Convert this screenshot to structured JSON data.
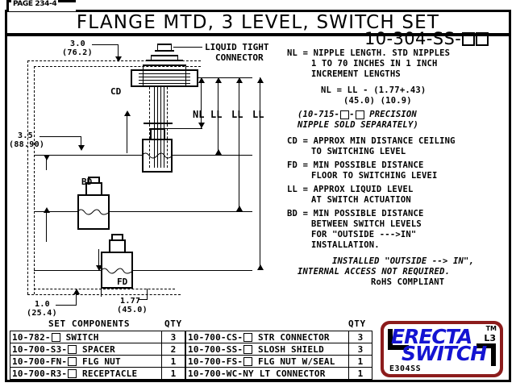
{
  "page": {
    "tab_label": "PAGE 234-4",
    "title": "FLANGE MTD, 3 LEVEL, SWITCH SET",
    "part_number": "10-304-SS-"
  },
  "legend": {
    "nl_1": "NL = NIPPLE LENGTH. STD NIPPLES",
    "nl_2": "1 TO 70 INCHES IN 1 INCH",
    "nl_3": "INCREMENT LENGTHS",
    "nl_formula": "NL = LL - (1.77+.43)",
    "nl_metric": "(45.0) (10.9)",
    "nipple_note_1_pre": "(10-715-",
    "nipple_note_1_mid": "-",
    "nipple_note_1_post": " PRECISION",
    "nipple_note_2": "NIPPLE SOLD SEPARATELY)",
    "cd_1": "CD = APPROX MIN DISTANCE CEILING",
    "cd_2": "TO SWITCHING LEVEL",
    "fd_1": "FD = MIN POSSIBLE DISTANCE",
    "fd_2": "FLOOR TO SWITCHING LEVEI",
    "ll_1": "LL = APPROX LIQUID LEVEL",
    "ll_2": "AT SWITCH ACTUATION",
    "bd_1": "BD = MIN POSSIBLE DISTANCE",
    "bd_2": "BETWEEN SWITCH LEVELS",
    "bd_3": "FOR \"OUTSIDE --->IN\"",
    "bd_4": "INSTALLATION.",
    "note_1": "INSTALLED \"OUTSIDE --> IN\",",
    "note_2": "INTERNAL ACCESS NOT REQUIRED.",
    "rohs": "RoHS COMPLIANT"
  },
  "drawing": {
    "connector_label_1": "LIQUID TIGHT",
    "connector_label_2": "CONNECTOR",
    "dim_top_in": "3.0",
    "dim_top_mm": "(76.2)",
    "dim_left_in": "3.5",
    "dim_left_mm": "(88.90)",
    "dim_bot_in": "1.0",
    "dim_bot_mm": "(25.4)",
    "dim_right_in": "1.77",
    "dim_right_mm": "(45.0)",
    "label_cd": "CD",
    "label_bd": "BD",
    "label_fd": "FD",
    "label_nl": "NL",
    "label_ll": "LL"
  },
  "table": {
    "header_components": "SET COMPONENTS",
    "header_qty": "QTY",
    "left_rows": [
      {
        "part_pre": "10-782-",
        "part_post": " SWITCH",
        "qty": "3"
      },
      {
        "part_pre": "10-700-S3-",
        "part_post": " SPACER",
        "qty": "2"
      },
      {
        "part_pre": "10-700-FN-",
        "part_post": " FLG NUT",
        "qty": "1"
      },
      {
        "part_pre": "10-700-R3-",
        "part_post": " RECEPTACLE",
        "qty": "1"
      }
    ],
    "right_rows": [
      {
        "part_pre": "10-700-CS-",
        "part_post": " STR CONNECTOR",
        "qty": "3",
        "box": true
      },
      {
        "part_pre": "10-700-SS-",
        "part_post": " SLOSH SHIELD",
        "qty": "3",
        "box": true
      },
      {
        "part_pre": "10-700-FS-",
        "part_post": " FLG NUT W/SEAL",
        "qty": "1",
        "box": true
      },
      {
        "part_pre": "10-700-WC-NY LT CONNECTOR",
        "part_post": "",
        "qty": "1",
        "box": false
      }
    ]
  },
  "logo": {
    "line1": "ERECTA",
    "line2": "SWITCH",
    "tm": "TM",
    "l3": "L3",
    "code": "E304SS"
  },
  "colors": {
    "logo_text": "#1414d2",
    "logo_border": "#8c1c1c",
    "ink": "#000000"
  }
}
